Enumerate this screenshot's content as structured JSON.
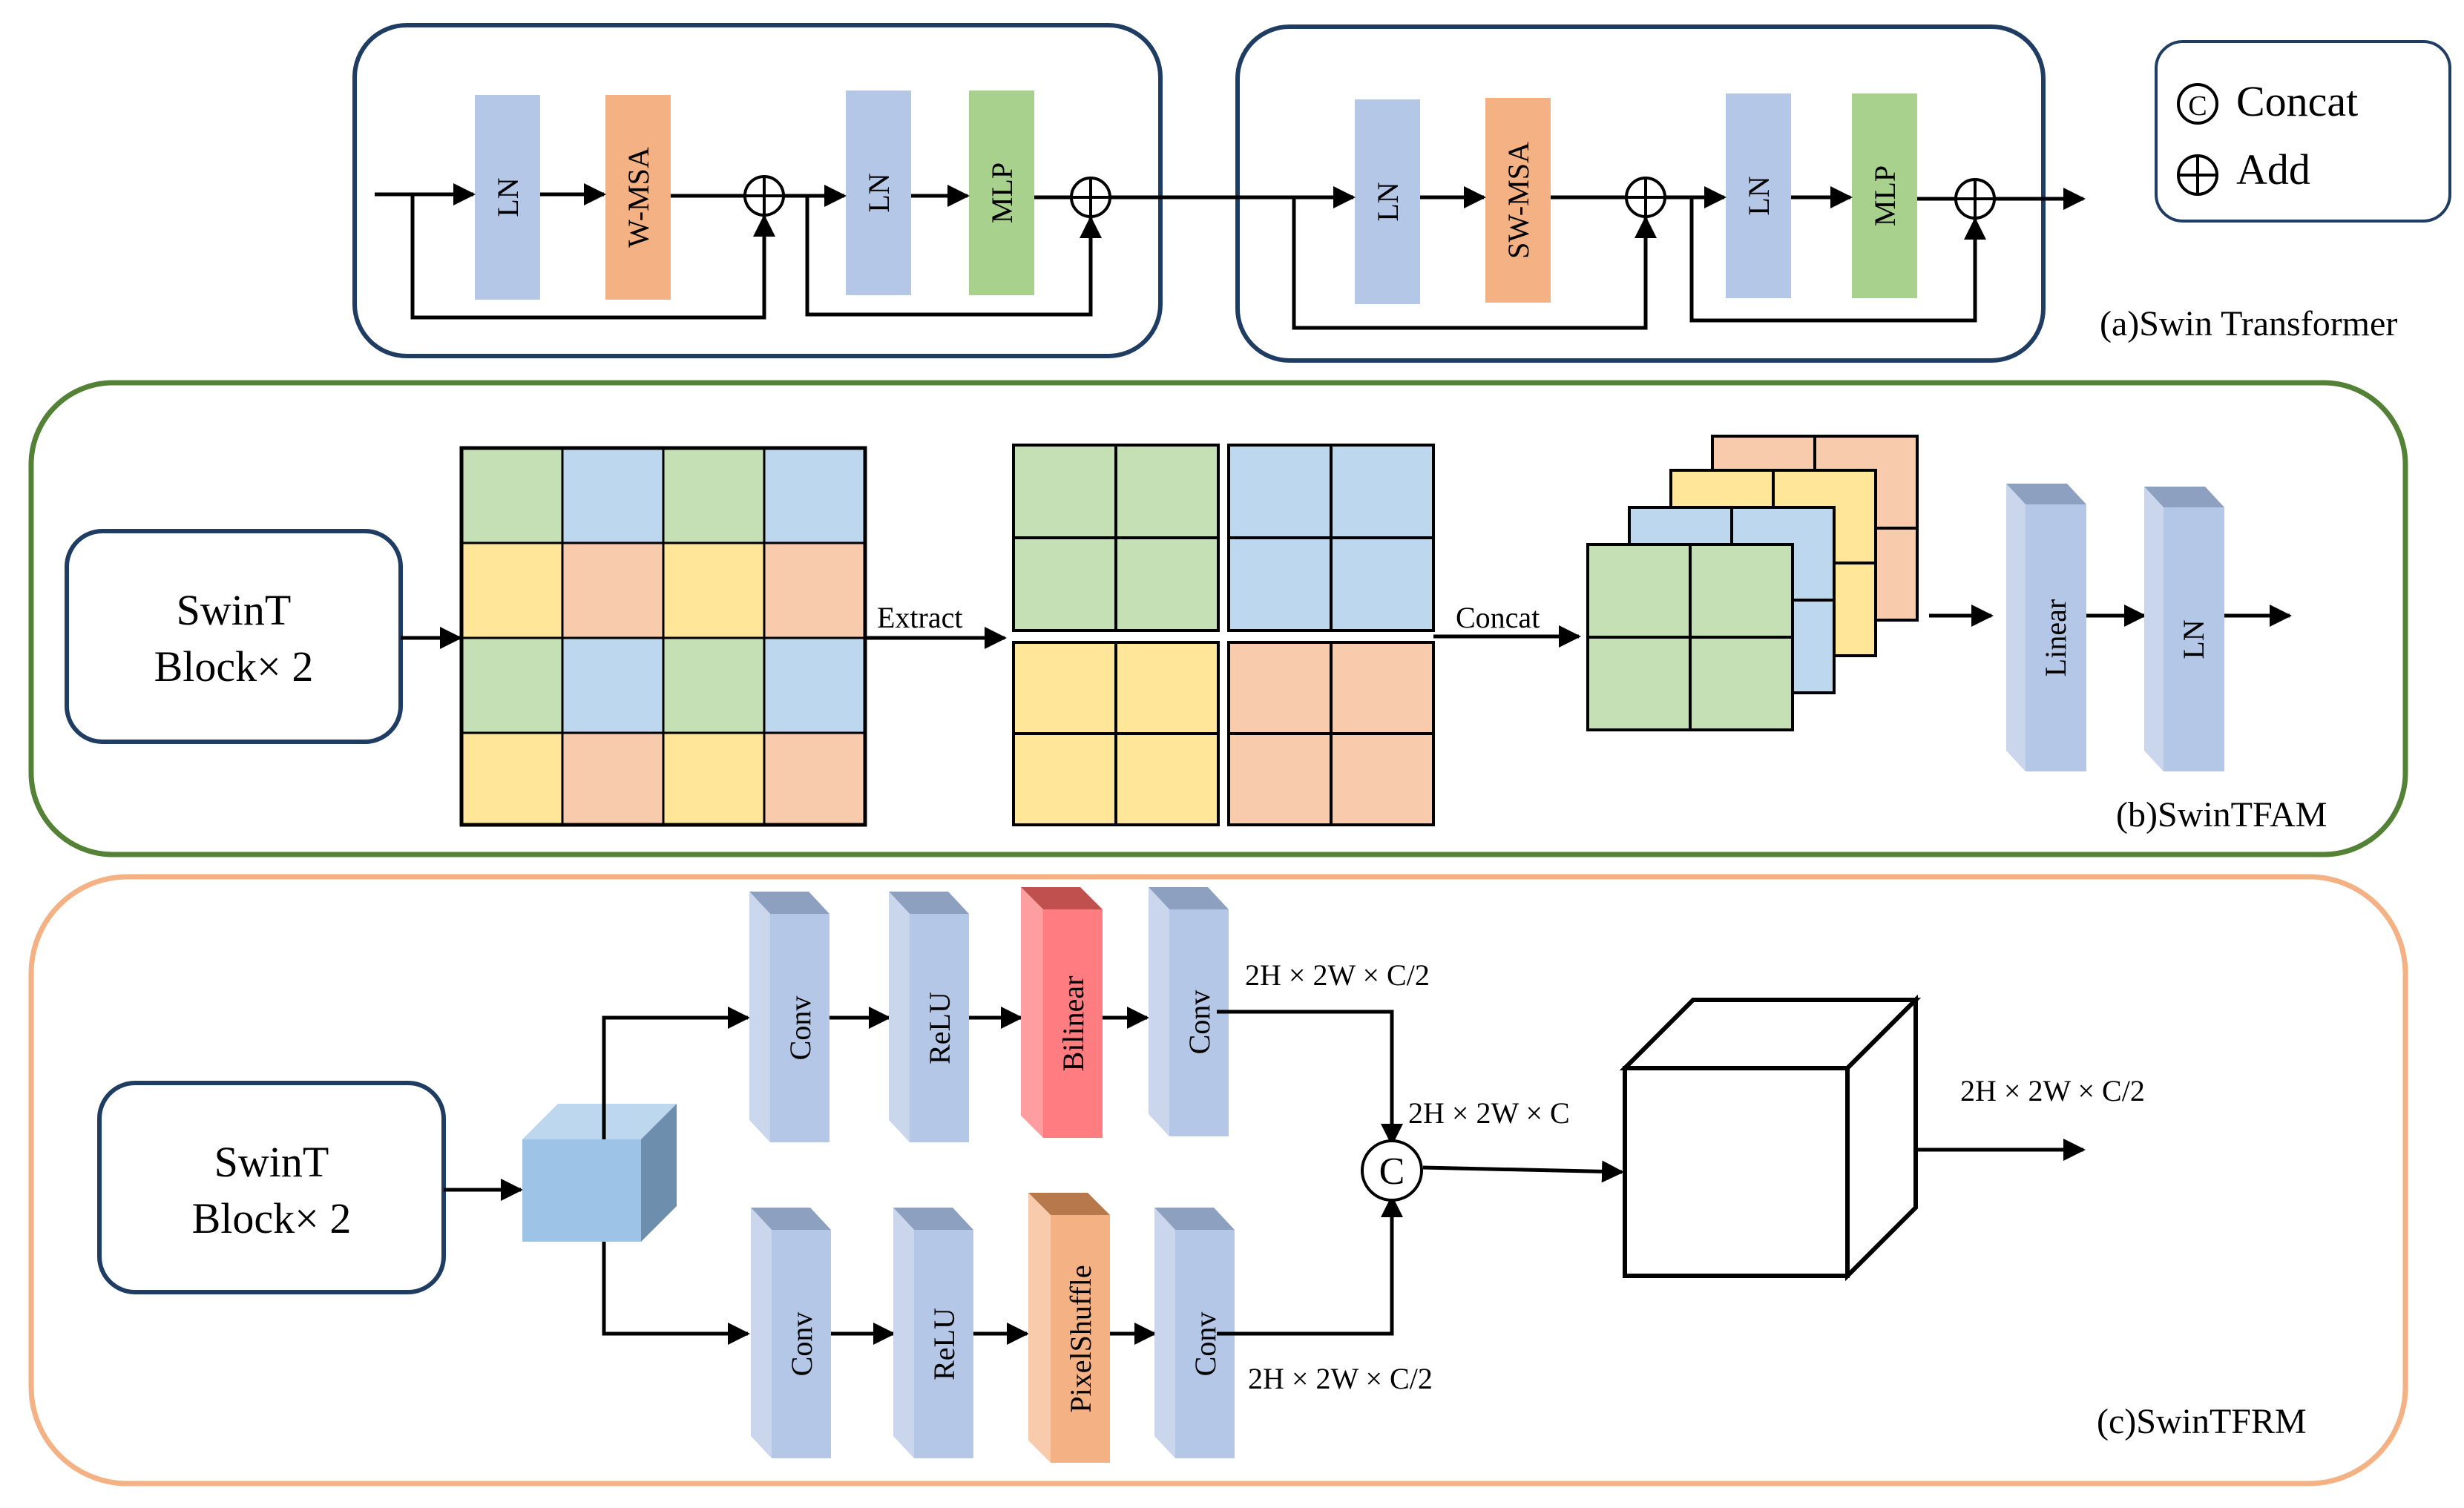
{
  "panel_a": {
    "caption": "(a)Swin Transformer",
    "block1": {
      "ln1": "LN",
      "attn": "W-MSA",
      "ln2": "LN",
      "mlp": "MLP"
    },
    "block2": {
      "ln1": "LN",
      "attn": "SW-MSA",
      "ln2": "LN",
      "mlp": "MLP"
    },
    "legend": {
      "concat": "Concat",
      "add": "Add"
    }
  },
  "panel_b": {
    "caption": "(b)SwinTFAM",
    "input_line1": "SwinT",
    "input_line2": "Block× 2",
    "extract": "Extract",
    "concat": "Concat",
    "linear": "Linear",
    "ln": "LN"
  },
  "panel_c": {
    "caption": "(c)SwinTFRM",
    "input_line1": "SwinT",
    "input_line2": "Block× 2",
    "top": [
      "Conv",
      "ReLU",
      "Bilinear",
      "Conv"
    ],
    "bottom": [
      "Conv",
      "ReLU",
      "PixelShuffle",
      "Conv"
    ],
    "dim_top": "2H × 2W × C/2",
    "dim_bottom": "2H × 2W × C/2",
    "dim_concat": "2H × 2W × C",
    "dim_out": "2H × 2W × C/2",
    "concat_symbol": "C"
  },
  "colors": {
    "navy": "#1f3d63",
    "ln_blue": "#b4c7e7",
    "msa_orange": "#f4b183",
    "mlp_green": "#a9d18e",
    "bilinear_red": "#ff7c80",
    "grid_green": "#c5e0b4",
    "grid_blue": "#bdd7ee",
    "grid_yellow": "#ffe699",
    "grid_peach": "#f8cbad",
    "panel_b_border": "#538135",
    "panel_c_border": "#f4b183"
  }
}
